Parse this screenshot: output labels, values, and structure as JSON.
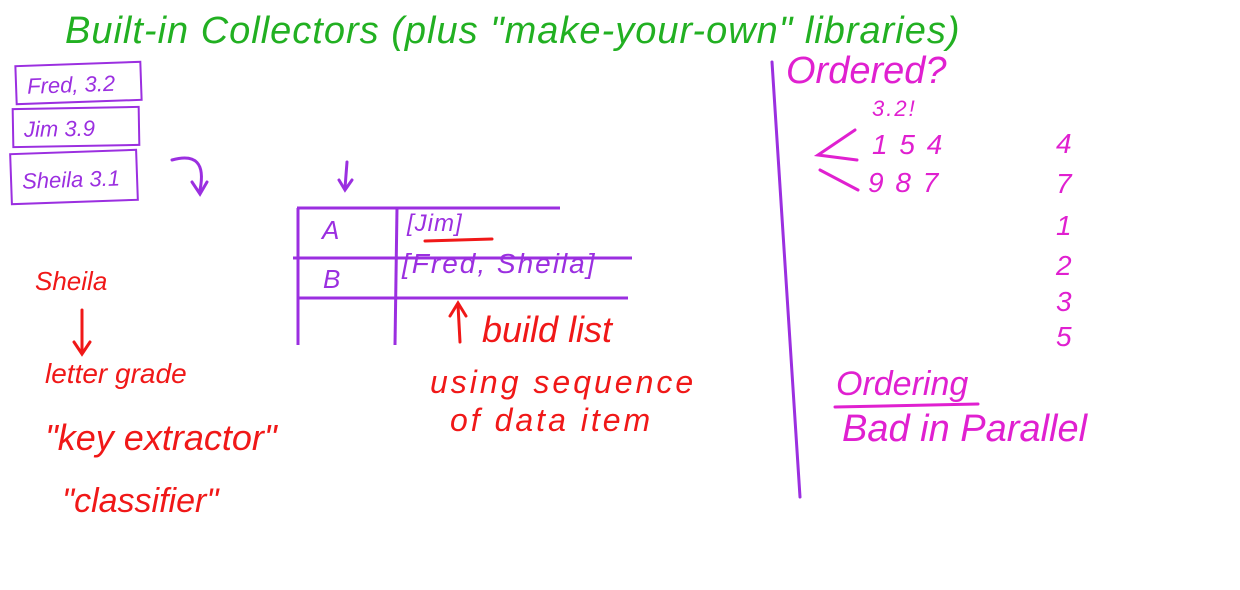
{
  "title": "Built-in Collectors (plus \"make-your-own\" libraries)",
  "records": [
    {
      "label": "Fred, 3.2"
    },
    {
      "label": "Jim 3.9"
    },
    {
      "label": "Sheila 3.1"
    }
  ],
  "table": {
    "rows": [
      {
        "key": "A",
        "value": "[Jim]"
      },
      {
        "key": "B",
        "value": "[Fred, Sheila]"
      },
      {
        "key": "",
        "value": ""
      }
    ]
  },
  "classifier_notes": {
    "item": "Sheila",
    "result": "letter grade",
    "term_1": "\"key extractor\"",
    "term_2": "\"classifier\""
  },
  "list_notes": {
    "line_1": "build list",
    "line_2": "using sequence",
    "line_3": "of data item"
  },
  "ordered": {
    "question": "Ordered?",
    "row_0": "3.2!",
    "row_1": "1 5 4",
    "row_2": "9 8 7",
    "column": [
      "4",
      "7",
      "1",
      "2",
      "3",
      "5"
    ]
  },
  "conclusion": {
    "heading": "Ordering",
    "text": "Bad in Parallel"
  },
  "icons": {
    "records_to_table": "curved-arrow-icon",
    "into_table": "arrow-down-icon",
    "to_key": "arrow-down-icon",
    "to_list": "arrow-up-icon"
  },
  "colors": {
    "title": "#22b022",
    "records": "#9b2fe0",
    "notes": "#f01818",
    "ordered": "#e020d0"
  }
}
